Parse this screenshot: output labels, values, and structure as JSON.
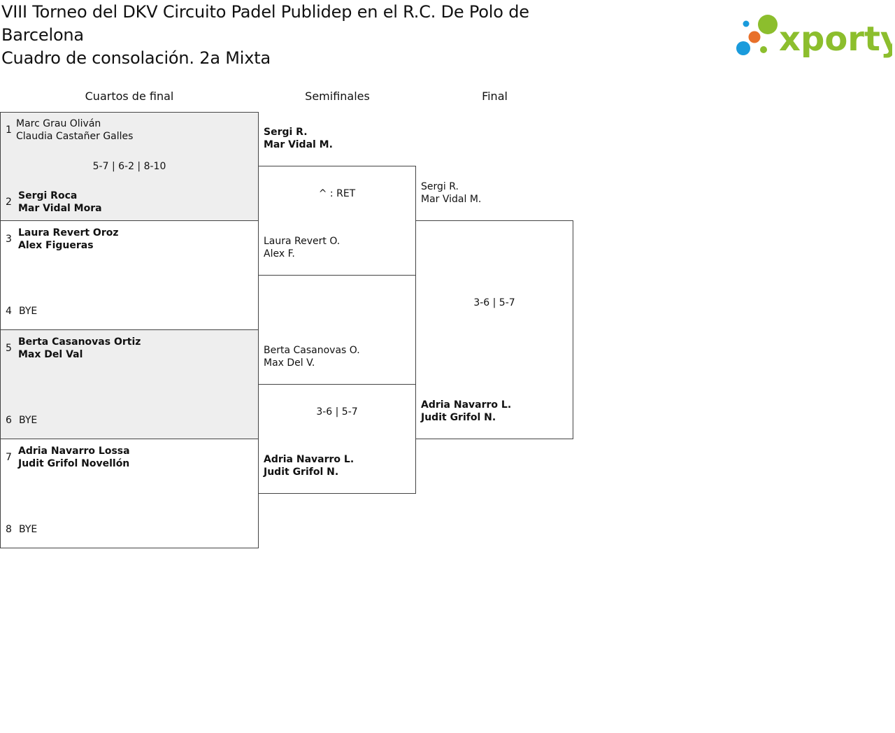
{
  "title": {
    "line1": "VIII Torneo del DKV Circuito Padel Publidep en el R.C. De Polo de",
    "line2": "Barcelona",
    "line3": "Cuadro de consolación. 2a Mixta"
  },
  "logo": {
    "text": "xporty",
    "colors": {
      "blue": "#1a9bdc",
      "orange": "#e8702a",
      "green": "#8cbe2d"
    }
  },
  "colors": {
    "border": "#444444",
    "shade": "#eeeeee",
    "text": "#111111"
  },
  "rounds": {
    "r1": "Cuartos de final",
    "r2": "Semifinales",
    "r3": "Final"
  },
  "quarterfinals": [
    {
      "seed": "1",
      "p1": "Marc Grau Oliván",
      "p2": "Claudia Castañer Galles",
      "winner": false
    },
    {
      "seed": "2",
      "p1": "Sergi Roca",
      "p2": "Mar Vidal Mora",
      "winner": true
    },
    {
      "seed": "3",
      "p1": "Laura Revert Oroz",
      "p2": "Alex Figueras",
      "winner": true
    },
    {
      "seed": "4",
      "p1": "BYE",
      "p2": "",
      "winner": false
    },
    {
      "seed": "5",
      "p1": "Berta Casanovas Ortiz",
      "p2": "Max Del Val",
      "winner": true
    },
    {
      "seed": "6",
      "p1": "BYE",
      "p2": "",
      "winner": false
    },
    {
      "seed": "7",
      "p1": "Adria Navarro Lossa",
      "p2": "Judit Grifol Novellón",
      "winner": true
    },
    {
      "seed": "8",
      "p1": "BYE",
      "p2": "",
      "winner": false
    }
  ],
  "quarter_scores": [
    "5-7 | 6-2 | 8-10",
    "",
    "",
    ""
  ],
  "semifinals": [
    {
      "p1": "Sergi R.",
      "p2": "Mar Vidal M.",
      "winner": true
    },
    {
      "p1": "Laura Revert O.",
      "p2": "Alex F.",
      "winner": false
    },
    {
      "p1": "Berta Casanovas O.",
      "p2": "Max Del V.",
      "winner": false
    },
    {
      "p1": "Adria Navarro L.",
      "p2": "Judit Grifol N.",
      "winner": true
    }
  ],
  "semi_scores": [
    "^ : RET",
    "3-6 | 5-7"
  ],
  "final": [
    {
      "p1": "Sergi R.",
      "p2": "Mar Vidal M.",
      "winner": false
    },
    {
      "p1": "Adria Navarro L.",
      "p2": "Judit Grifol N.",
      "winner": true
    }
  ],
  "final_score": "3-6 | 5-7"
}
